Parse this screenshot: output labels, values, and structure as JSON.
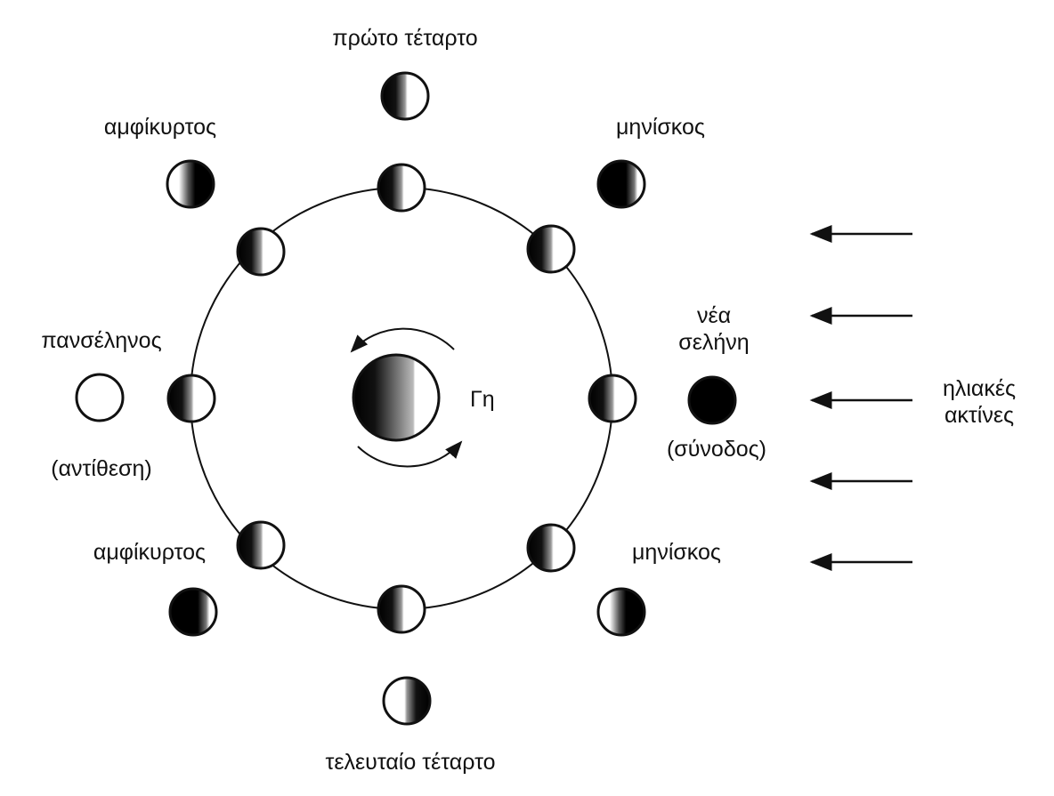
{
  "labels": {
    "first_quarter": "πρώτο τέταρτο",
    "gibbous_top": "αμφίκυρτος",
    "crescent_top": "μηνίσκος",
    "full_moon": "πανσέληνος",
    "opposition": "(αντίθεση)",
    "new_moon_line1": "νέα",
    "new_moon_line2": "σελήνη",
    "conjunction": "(σύνοδος)",
    "earth": "Γη",
    "gibbous_bottom": "αμφίκυρτος",
    "crescent_bottom": "μηνίσκος",
    "last_quarter": "τελευταίο τέταρτο",
    "sun_rays_line1": "ηλιακές",
    "sun_rays_line2": "ακτίνες"
  },
  "colors": {
    "ink": "#111111",
    "lit": "#ffffff"
  }
}
